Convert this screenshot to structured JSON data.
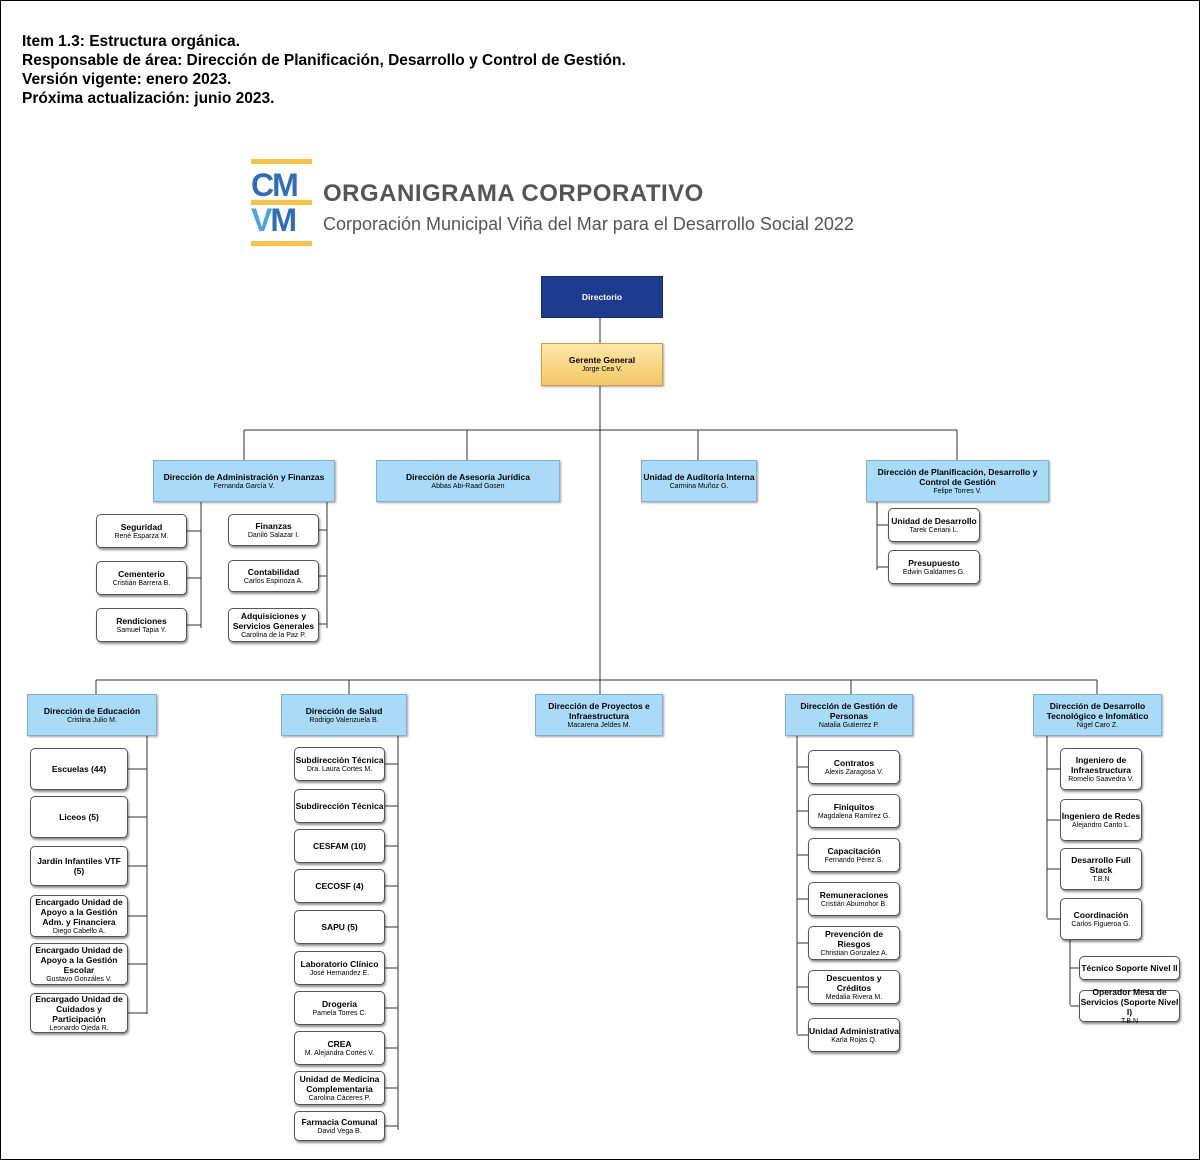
{
  "header": {
    "line1": "Item 1.3: Estructura orgánica.",
    "line2": "Responsable de área: Dirección de Planificación, Desarrollo y Control de Gestión.",
    "line3": "Versión vigente: enero 2023.",
    "line4": "Próxima actualización: junio 2023."
  },
  "logo": {
    "row1": "CM",
    "row2": "VM",
    "blue_color": "#2f6db5",
    "light_color": "#4fa3de",
    "yellow_color": "#f6c342",
    "title": "ORGANIGRAMA CORPORATIVO",
    "subtitle": "Corporación Municipal Viña del Mar para el Desarrollo Social 2022"
  },
  "org": {
    "directorio": {
      "name": "Directorio"
    },
    "gerente": {
      "name": "Gerente General",
      "person": "Jorge Cea V."
    },
    "upper_directions": [
      {
        "name": "Dirección de Administración y Finanzas",
        "person": "Fernanda García V."
      },
      {
        "name": "Dirección de Asesoría Jurídica",
        "person": "Abbas Abi-Raad Gosen"
      },
      {
        "name": "Unidad de Auditoría Interna",
        "person": "Carmina Muñoz G."
      },
      {
        "name": "Dirección de Planificación, Desarrollo y Control de Gestión",
        "person": "Felipe Torres V."
      }
    ],
    "admin_left": [
      {
        "name": "Seguridad",
        "person": "René Esparza M."
      },
      {
        "name": "Cementerio",
        "person": "Cristián Barrera B."
      },
      {
        "name": "Rendiciones",
        "person": "Samuel Tapia Y."
      }
    ],
    "admin_right": [
      {
        "name": "Finanzas",
        "person": "Danilo Salazar I."
      },
      {
        "name": "Contabilidad",
        "person": "Carlos Espinoza A."
      },
      {
        "name": "Adquisiciones y Servicios Generales",
        "person": "Carolina de la Paz P."
      }
    ],
    "planif_units": [
      {
        "name": "Unidad de Desarrollo",
        "person": "Tarek Ceriani L."
      },
      {
        "name": "Presupuesto",
        "person": "Edwin Galdames G."
      }
    ],
    "lower_directions": [
      {
        "name": "Dirección de Educación",
        "person": "Cristina Julio M."
      },
      {
        "name": "Dirección de Salud",
        "person": "Rodrigo Valenzuela B."
      },
      {
        "name": "Dirección de Proyectos e Infraestructura",
        "person": "Macarena Jeldes M."
      },
      {
        "name": "Dirección de Gestión de Personas",
        "person": "Natalia Gutierrez P."
      },
      {
        "name": "Dirección de Desarrollo Tecnológico e Infomático",
        "person": "Nigel Caro Z."
      }
    ],
    "educacion": [
      {
        "name": "Escuelas (44)",
        "person": ""
      },
      {
        "name": "Liceos (5)",
        "person": ""
      },
      {
        "name": "Jardín Infantiles VTF (5)",
        "person": ""
      },
      {
        "name": "Encargado Unidad de Apoyo a la Gestión Adm. y Financiera",
        "person": "Diego Cabello A."
      },
      {
        "name": "Encargado Unidad de Apoyo a la Gestión Escolar",
        "person": "Gustavo Gonzáles V."
      },
      {
        "name": "Encargado Unidad de Cuidados y Participación",
        "person": "Leonardo Ojeda R."
      }
    ],
    "salud": [
      {
        "name": "Subdirección Técnica",
        "person": "Dra. Laura Cortes M."
      },
      {
        "name": "Subdirección Técnica",
        "person": ""
      },
      {
        "name": "CESFAM (10)",
        "person": ""
      },
      {
        "name": "CECOSF (4)",
        "person": ""
      },
      {
        "name": "SAPU (5)",
        "person": ""
      },
      {
        "name": "Laboratorio Clínico",
        "person": "José Hernandez E."
      },
      {
        "name": "Drogeria",
        "person": "Pamela Torres C."
      },
      {
        "name": "CREA",
        "person": "M. Alejandra Cortés V."
      },
      {
        "name": "Unidad de Medicina Complementaria",
        "person": "Carolina Cáceres P."
      },
      {
        "name": "Farmacia Comunal",
        "person": "David Vega B."
      }
    ],
    "personas": [
      {
        "name": "Contratos",
        "person": "Alexis Zaragosa V."
      },
      {
        "name": "Finiquitos",
        "person": "Magdalena Ramírez G."
      },
      {
        "name": "Capacitación",
        "person": "Fernando Pérez S."
      },
      {
        "name": "Remuneraciones",
        "person": "Cristián Abumohor B."
      },
      {
        "name": "Prevención de Riesgos",
        "person": "Christian Gonzalez A."
      },
      {
        "name": "Descuentos y Créditos",
        "person": "Medalia Rivera M."
      },
      {
        "name": "Unidad Administrativa",
        "person": "Karla Rojas Q."
      }
    ],
    "tecnologia": [
      {
        "name": "Ingeniero de Infraestructura",
        "person": "Romelio Saavedra V."
      },
      {
        "name": "Ingeniero de Redes",
        "person": "Alejandro Canto L."
      },
      {
        "name": "Desarrollo Full Stack",
        "person": "T.B.N"
      },
      {
        "name": "Coordinación",
        "person": "Carlos Figueroa G."
      }
    ],
    "coordinacion": [
      {
        "name": "Técnico Soporte Nivel II",
        "person": ""
      },
      {
        "name": "Operador Mesa de Servicios (Soporte Nivel I)",
        "person": "T.B.N"
      }
    ]
  }
}
